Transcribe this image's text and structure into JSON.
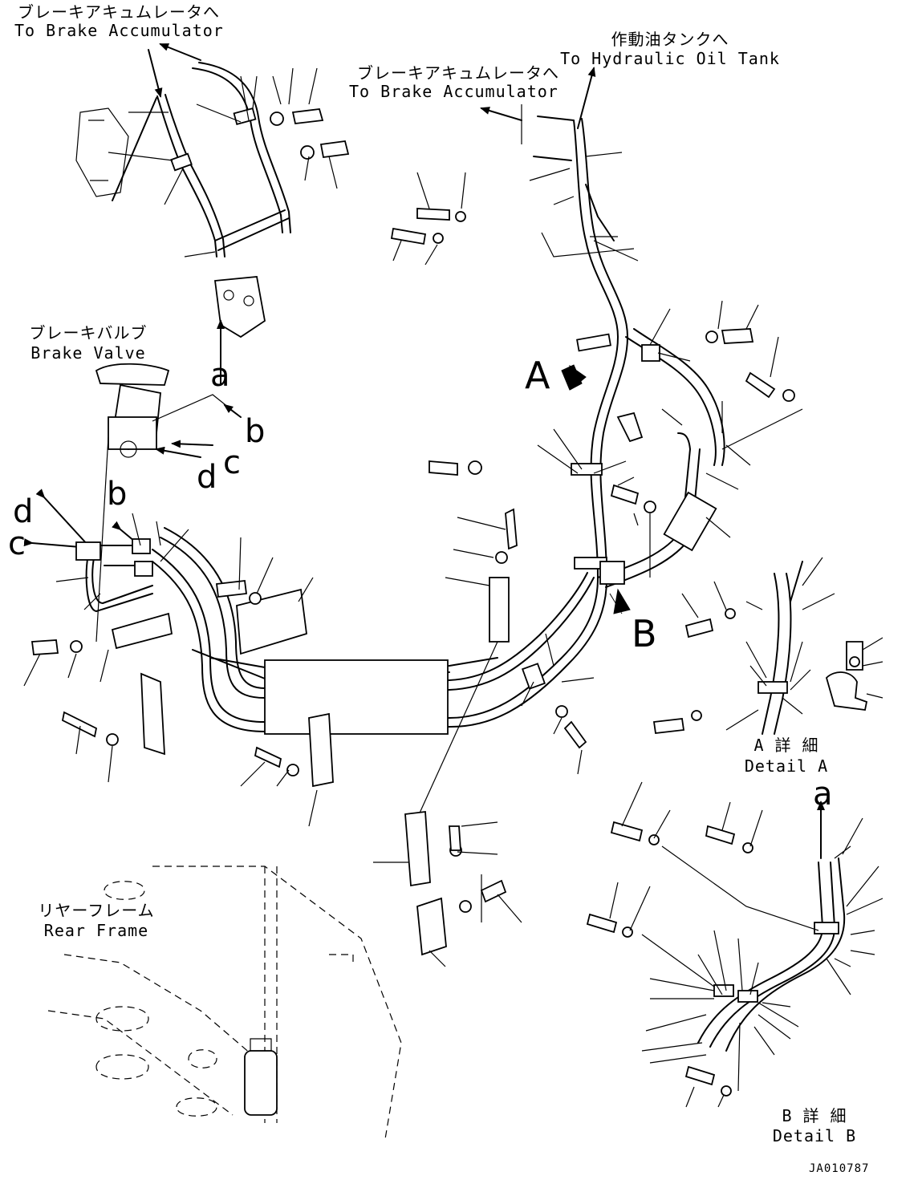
{
  "labels": {
    "top_left_jp": "ブレーキアキュムレータへ",
    "top_left_en": "To Brake Accumulator",
    "top_center_jp": "ブレーキアキュムレータへ",
    "top_center_en": "To Brake Accumulator",
    "top_right_jp": "作動油タンクへ",
    "top_right_en": "To Hydraulic Oil Tank",
    "brake_valve_jp": "ブレーキバルブ",
    "brake_valve_en": "Brake Valve",
    "rear_frame_jp": "リヤーフレーム",
    "rear_frame_en": "Rear Frame",
    "detail_a_jp": "A 詳 細",
    "detail_a_en": "Detail A",
    "detail_b_jp": "B 詳 細",
    "detail_b_en": "Detail B",
    "drawing_code": "JA010787"
  },
  "callouts": {
    "a_upper": "a",
    "b_right": "b",
    "c_right": "c",
    "d_right": "d",
    "b_left": "b",
    "d_left": "d",
    "c_left": "c",
    "a_detail_b": "a",
    "view_a": "A",
    "view_b": "B"
  }
}
